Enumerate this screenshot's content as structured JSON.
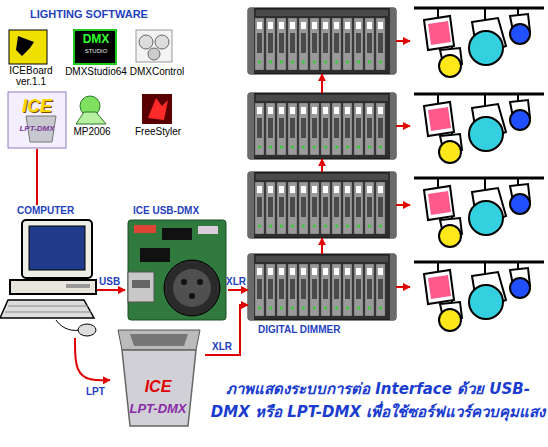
{
  "diagram": {
    "title": "LIGHTING SOFTWARE",
    "caption": "ภาพแสดงระบบการต่อ Interface ด้วย USB-DMX หรือ LPT-DMX เพื่อใช้ซอร์ฟแวร์ควบคุมแสง",
    "nodes": [
      {
        "text": [
          "ICEBoard ver.1.1"
        ]
      },
      {
        "text": [
          "DMX",
          "STUDIO",
          "DMXStudio64"
        ]
      },
      {
        "text": [
          "DMXControl"
        ]
      },
      {
        "text": [
          "ICE",
          "LPT-DMX"
        ]
      },
      {
        "text": [
          "MP2006"
        ]
      },
      {
        "text": [
          "FreeStyler"
        ]
      },
      {
        "text": [
          "COMPUTER"
        ]
      },
      {
        "text": [
          "ICE USB-DMX"
        ]
      },
      {
        "text": [
          "ICE",
          "LPT-DMX"
        ]
      },
      {
        "text": []
      },
      {
        "text": []
      },
      {
        "text": []
      },
      {
        "text": [
          "DIGITAL DIMMER"
        ]
      },
      {
        "text": []
      },
      {
        "text": []
      },
      {
        "text": []
      },
      {
        "text": []
      }
    ],
    "edges": [
      {
        "from": 3,
        "to": 6,
        "arrow": "none"
      },
      {
        "from": 6,
        "to": 7,
        "label": "USB",
        "arrow": "to"
      },
      {
        "from": 6,
        "to": 8,
        "label": "LPT",
        "arrow": "to"
      },
      {
        "from": 7,
        "to": 12,
        "label": "XLR",
        "arrow": "to"
      },
      {
        "from": 8,
        "to": 12,
        "label": "XLR",
        "arrow": "to"
      },
      {
        "from": 12,
        "to": 11,
        "arrow": "to"
      },
      {
        "from": 11,
        "to": 10,
        "arrow": "to"
      },
      {
        "from": 10,
        "to": 9,
        "arrow": "to"
      },
      {
        "from": 9,
        "to": 13,
        "arrow": "to"
      },
      {
        "from": 10,
        "to": 14,
        "arrow": "to"
      },
      {
        "from": 11,
        "to": 15,
        "arrow": "to"
      },
      {
        "from": 12,
        "to": 16,
        "arrow": "to"
      }
    ]
  }
}
